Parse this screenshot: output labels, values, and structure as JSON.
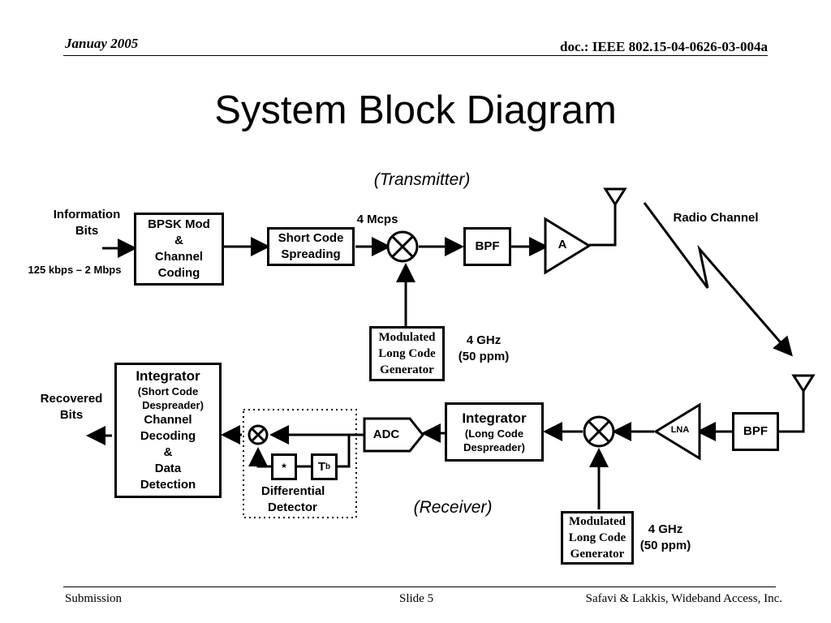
{
  "header": {
    "date": "Januay 2005",
    "doc_id": "doc.: IEEE 802.15-04-0626-03-004a"
  },
  "title": "System Block Diagram",
  "transmitter": {
    "section_label_open": "(",
    "section_label": "Transmitter",
    "section_label_close": ")",
    "info_bits": [
      "Information",
      "Bits"
    ],
    "bit_rate": "125 kbps – 2 Mbps",
    "bpsk_block": [
      "BPSK  Mod",
      "&",
      "Channel",
      "Coding"
    ],
    "short_code_block": [
      "Short Code",
      "Spreading"
    ],
    "chip_rate": "4 Mcps",
    "bpf_label": "BPF",
    "amp_label": "A",
    "long_code_block": [
      "Modulated",
      "Long Code",
      "Generator"
    ],
    "freq": [
      "4 GHz",
      "(50 ppm)"
    ],
    "radio_channel": "Radio Channel"
  },
  "receiver": {
    "section_label_open": "(",
    "section_label": "Receiver",
    "section_label_close": ")",
    "bpf_label": "BPF",
    "lna_label": "LNA",
    "integrator_title": "Integrator",
    "integrator_sub": [
      "(Long Code",
      "Despreader)"
    ],
    "adc_label": "ADC",
    "conj_symbol": "*",
    "delay_label": "T",
    "delay_sub": "b",
    "diff_detector": [
      "Differential",
      "Detector"
    ],
    "final_title": "Integrator",
    "final_sub": [
      "(Short Code",
      "Despreader)"
    ],
    "final_rest": [
      "Channel",
      "Decoding",
      "&",
      "Data",
      "Detection"
    ],
    "recovered_bits": [
      "Recovered",
      "Bits"
    ],
    "long_code_block": [
      "Modulated",
      "Long Code",
      "Generator"
    ],
    "freq": [
      "4 GHz",
      "(50 ppm)"
    ]
  },
  "footer": {
    "left": "Submission",
    "center": "Slide 5",
    "right": "Safavi & Lakkis, Wideband Access, Inc."
  }
}
